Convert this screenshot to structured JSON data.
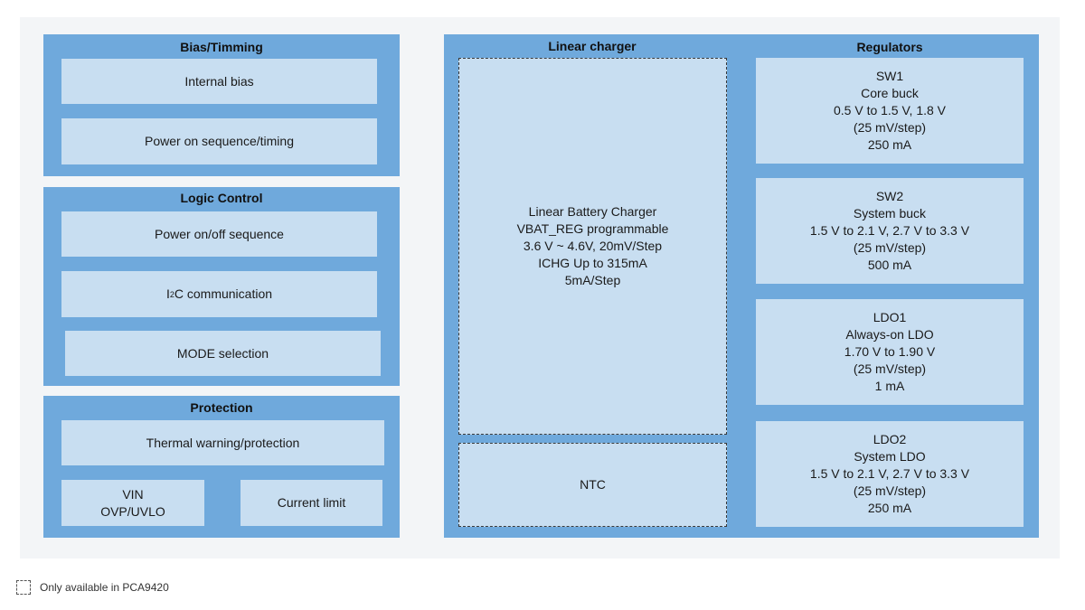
{
  "bias": {
    "title": "Bias/Timming",
    "items": [
      "Internal bias",
      "Power on sequence/timing"
    ]
  },
  "logic": {
    "title": "Logic Control",
    "items": [
      "Power on/off sequence",
      "C communication",
      "MODE selection"
    ],
    "i2c_prefix": "I",
    "i2c_sup": "2"
  },
  "protection": {
    "title": "Protection",
    "thermal": "Thermal warning/protection",
    "vin_line1": "VIN",
    "vin_line2": "OVP/UVLO",
    "current_limit": "Current limit"
  },
  "charger": {
    "title": "Linear charger",
    "lines": [
      "Linear Battery Charger",
      "VBAT_REG programmable",
      "3.6 V ~ 4.6V, 20mV/Step",
      "ICHG Up to 315mA",
      "5mA/Step"
    ],
    "ntc": "NTC"
  },
  "regulators": {
    "title": "Regulators",
    "blocks": [
      {
        "lines": [
          "SW1",
          "Core buck",
          "0.5 V to 1.5 V, 1.8 V",
          "(25 mV/step)",
          "250 mA"
        ]
      },
      {
        "lines": [
          "SW2",
          "System buck",
          "1.5 V to 2.1 V, 2.7 V to 3.3 V",
          "(25 mV/step)",
          "500 mA"
        ]
      },
      {
        "lines": [
          "LDO1",
          "Always-on LDO",
          "1.70 V to 1.90 V",
          "(25 mV/step)",
          "1 mA"
        ]
      },
      {
        "lines": [
          "LDO2",
          "System LDO",
          "1.5 V to 2.1 V, 2.7 V to 3.3 V",
          "(25 mV/step)",
          "250 mA"
        ]
      }
    ]
  },
  "legend": {
    "label": "Only available in PCA9420"
  }
}
